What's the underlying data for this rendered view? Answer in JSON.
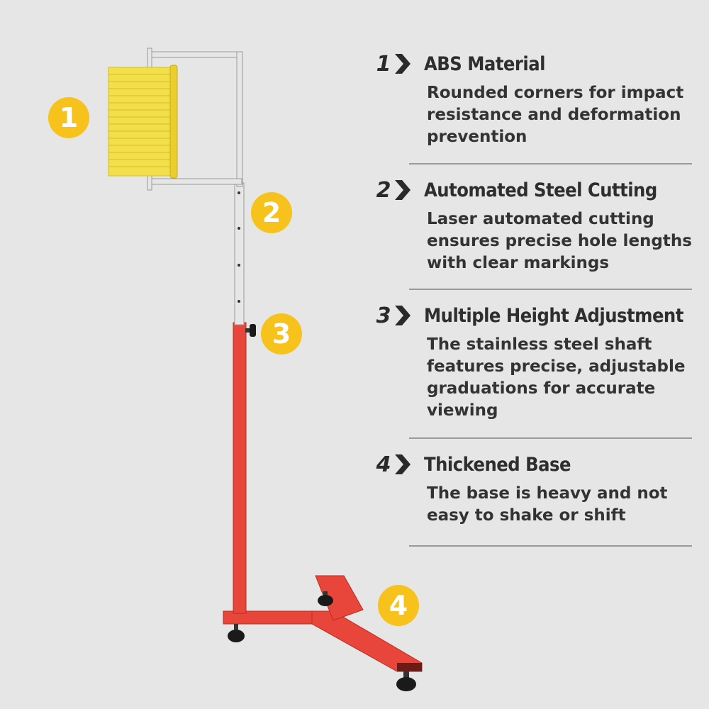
{
  "callouts": [
    "1",
    "2",
    "3",
    "4"
  ],
  "features": [
    {
      "number": "1",
      "title": "ABS Material",
      "description": "Rounded corners for impact resistance and deformation prevention"
    },
    {
      "number": "2",
      "title": "Automated Steel Cutting",
      "description": "Laser automated cutting ensures precise hole lengths with clear markings"
    },
    {
      "number": "3",
      "title": "Multiple Height Adjustment",
      "description": "The stainless steel shaft features precise, adjustable graduations for accurate viewing"
    },
    {
      "number": "4",
      "title": "Thickened Base",
      "description": "The base is heavy and not easy to shake or shift"
    }
  ],
  "colors": {
    "background": "#e6e6e6",
    "badge": "#f7c21b",
    "stand_red": "#e8463a",
    "paddle_yellow": "#f2df49",
    "steel": "#e4e4e4",
    "text": "#2e2e2e"
  },
  "icons": {
    "chevron": "chevron-right-icon"
  }
}
